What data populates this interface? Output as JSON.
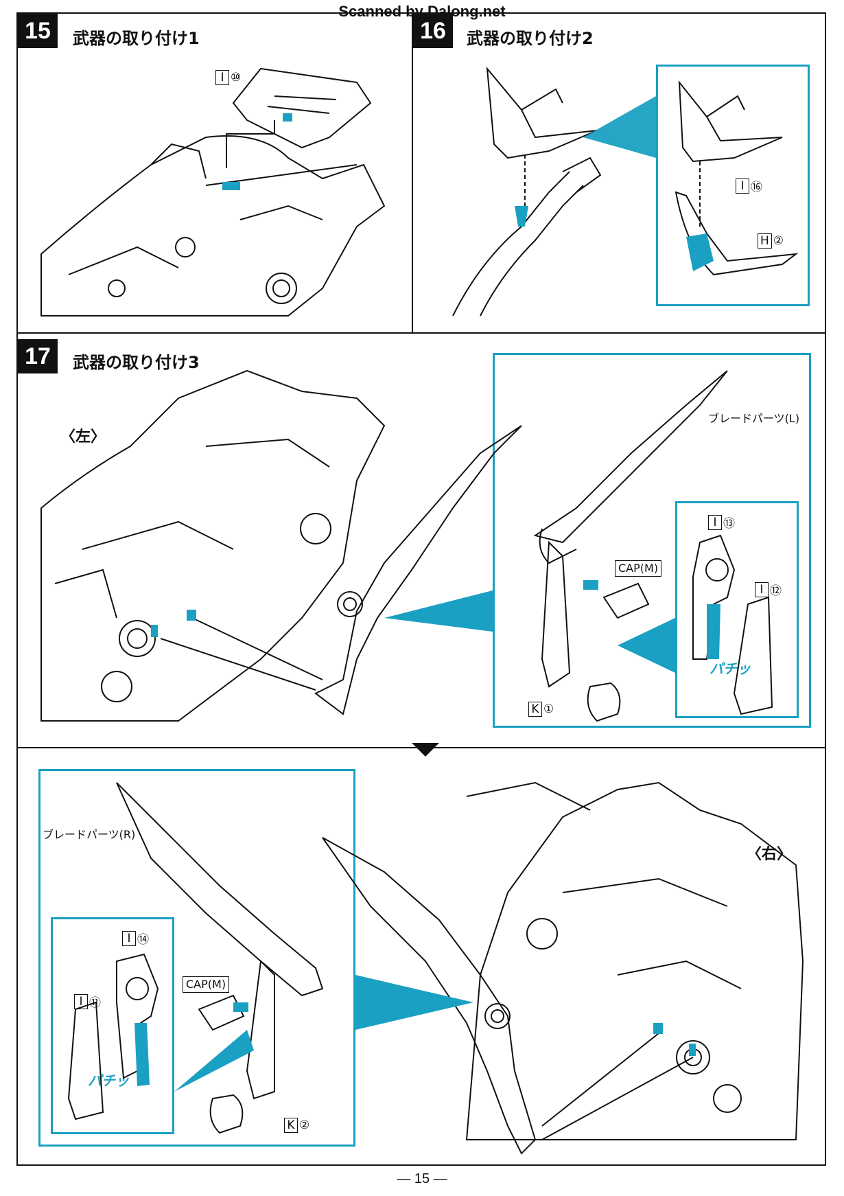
{
  "watermark": "Scanned by Dalong.net",
  "page_number": "— 15 —",
  "colors": {
    "accent": "#1aa0c2",
    "ink": "#111111"
  },
  "steps": [
    {
      "number": "15",
      "title": "武器の取り付け1",
      "parts": [
        {
          "sheet": "I",
          "num": "⑩"
        }
      ]
    },
    {
      "number": "16",
      "title": "武器の取り付け2",
      "parts": [
        {
          "sheet": "I",
          "num": "⑯"
        },
        {
          "sheet": "H",
          "num": "②"
        }
      ]
    },
    {
      "number": "17",
      "title": "武器の取り付け3",
      "left": {
        "side_label": "〈左〉",
        "blade_label": "ブレードパーツ(L)",
        "cap_label": "CAP(M)",
        "snap": "パチッ",
        "parts": [
          {
            "sheet": "I",
            "num": "⑬"
          },
          {
            "sheet": "I",
            "num": "⑫"
          },
          {
            "sheet": "K",
            "num": "①"
          }
        ]
      },
      "right": {
        "side_label": "〈右〉",
        "blade_label": "ブレードパーツ(R)",
        "cap_label": "CAP(M)",
        "snap": "パチッ",
        "parts": [
          {
            "sheet": "I",
            "num": "⑭"
          },
          {
            "sheet": "I",
            "num": "⑪"
          },
          {
            "sheet": "K",
            "num": "②"
          }
        ]
      }
    }
  ]
}
